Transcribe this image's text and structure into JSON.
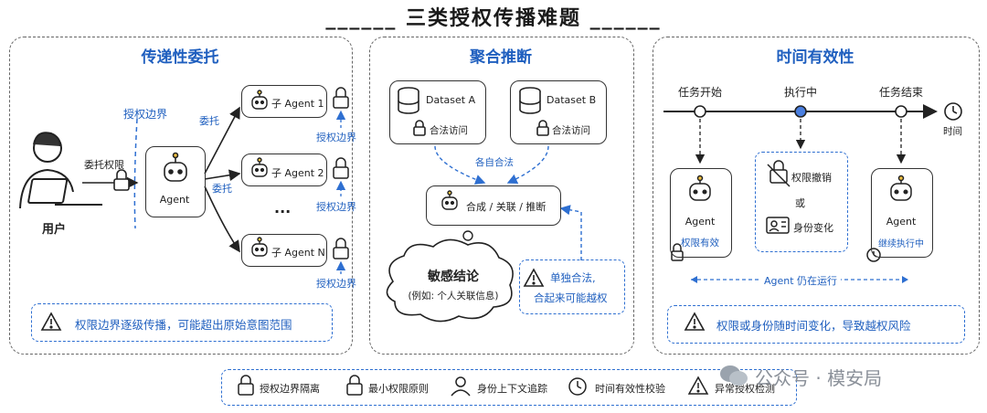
{
  "title": "______  三类授权传播难题  ______",
  "panels": {
    "transitive": {
      "title": "传递性委托",
      "user_label": "用户",
      "entrust_perm": "委托权限",
      "auth_boundary_top": "授权边界",
      "agent_label": "Agent",
      "delegate_1": "委托",
      "delegate_2": "委托",
      "sub_agents": [
        "子 Agent 1",
        "子 Agent 2",
        "子 Agent N"
      ],
      "ellipsis": "...",
      "boundary_labels": [
        "授权边界",
        "授权边界",
        "授权边界"
      ],
      "warning": "权限边界逐级传播，可能超出原始意图范围"
    },
    "aggregation": {
      "title": "聚合推断",
      "dataset_a": "Dataset A",
      "dataset_b": "Dataset B",
      "legal_access_a": "合法访问",
      "legal_access_b": "合法访问",
      "each_legal": "各自合法",
      "synth": "合成 / 关联 / 推断",
      "cloud_title": "敏感结论",
      "cloud_sub": "(例如: 个人关联信息)",
      "warn_line1": "单独合法,",
      "warn_line2": "合起来可能越权"
    },
    "temporal": {
      "title": "时间有效性",
      "task_start": "任务开始",
      "in_progress": "执行中",
      "task_end": "任务结束",
      "time_label": "时间",
      "agent_left": "Agent",
      "perm_valid": "权限有效",
      "revoke": "权限撤销",
      "or": "或",
      "identity_change": "身份变化",
      "agent_right": "Agent",
      "continue": "继续执行中",
      "still_running": "Agent 仍在运行",
      "warning": "权限或身份随时间变化，导致越权风险"
    }
  },
  "legend": [
    {
      "icon": "lock-icon",
      "label": "授权边界隔离"
    },
    {
      "icon": "lock-icon",
      "label": "最小权限原则"
    },
    {
      "icon": "user-icon",
      "label": "身份上下文追踪"
    },
    {
      "icon": "clock-icon",
      "label": "时间有效性校验"
    },
    {
      "icon": "warning-icon",
      "label": "异常授权检测"
    }
  ],
  "watermark": "公众号 · 模安局",
  "colors": {
    "accent": "#1f5fbf",
    "dashed_blue": "#2e6fd1",
    "node_fill": "#4a7fe0"
  }
}
